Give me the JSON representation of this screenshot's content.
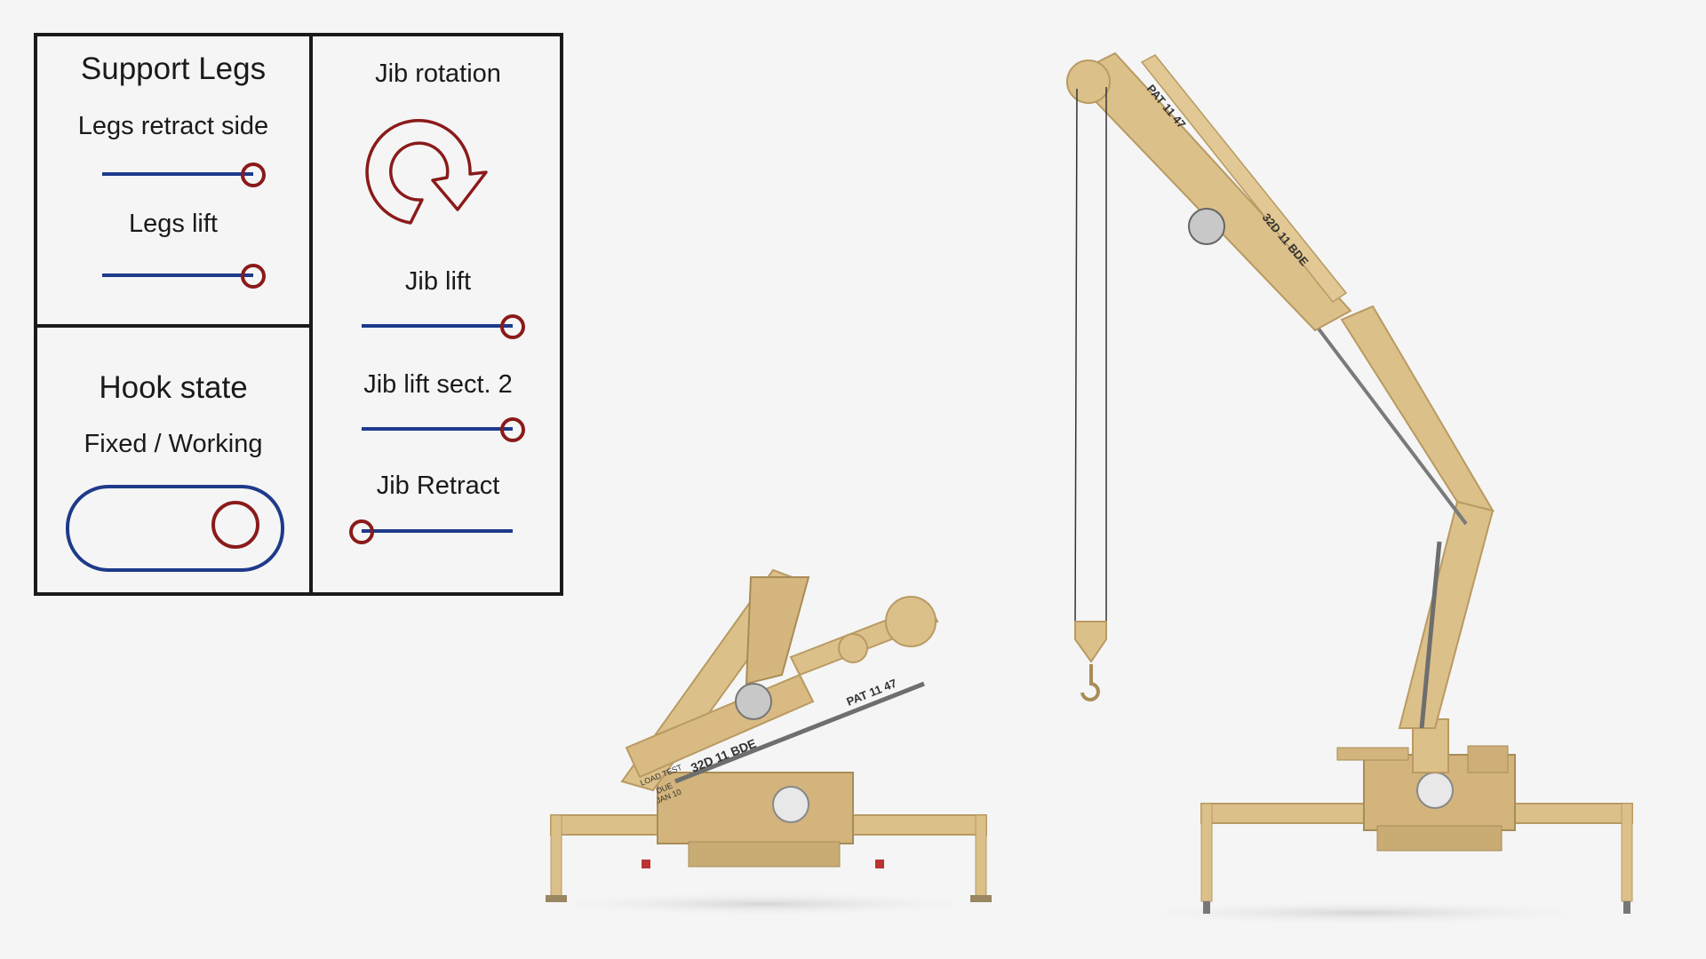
{
  "support_legs": {
    "title": "Support Legs",
    "legs_retract_side": {
      "label": "Legs retract side",
      "value": 1.0
    },
    "legs_lift": {
      "label": "Legs lift",
      "value": 1.0
    }
  },
  "hook_state": {
    "title": "Hook state",
    "subtitle": "Fixed / Working",
    "value": "Working"
  },
  "jib": {
    "rotation_label": "Jib rotation",
    "lift": {
      "label": "Jib lift",
      "value": 1.0
    },
    "lift_sect2": {
      "label": "Jib lift sect. 2",
      "value": 1.0
    },
    "retract": {
      "label": "Jib Retract",
      "value": 0.0
    }
  },
  "crane_markings": {
    "unit": "32D 11 BDE",
    "pat": "PAT 11 47",
    "load_test_1": "LOAD TEST",
    "load_test_2": "DUE",
    "load_test_3": "JAN 10"
  },
  "colors": {
    "slider_track": "#1e3a8a",
    "slider_knob": "#8b1a1a",
    "crane_body": "#dcc08a",
    "crane_shadow": "#b89a62"
  }
}
